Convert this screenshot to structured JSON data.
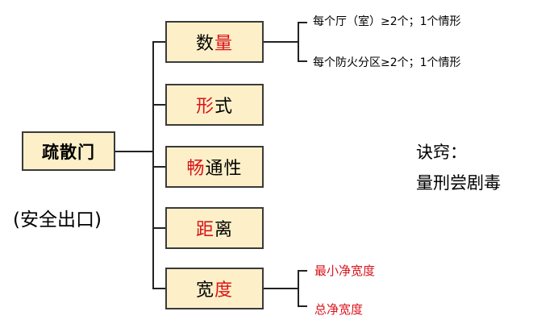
{
  "root": {
    "label": "疏散门",
    "subtitle": "(安全出口)"
  },
  "branches": [
    {
      "first": "数",
      "second": "量",
      "highlight": "second"
    },
    {
      "first": "形",
      "second": "式",
      "highlight": "first"
    },
    {
      "first": "畅",
      "second": "通性",
      "highlight": "first"
    },
    {
      "first": "距",
      "second": "离",
      "highlight": "first"
    },
    {
      "first": "宽",
      "second": "度",
      "highlight": "second"
    }
  ],
  "quantity_notes": [
    "每个厅（室）≥2个；1个情形",
    "每个防火分区≥2个；1个情形"
  ],
  "width_notes": [
    "最小净宽度",
    "总净宽度"
  ],
  "mnemonic": {
    "title": "诀窍：",
    "text": "量刑尝剧毒"
  },
  "colors": {
    "box_fill": "#fdf0c8",
    "highlight": "#d9141b",
    "line": "#222222"
  }
}
